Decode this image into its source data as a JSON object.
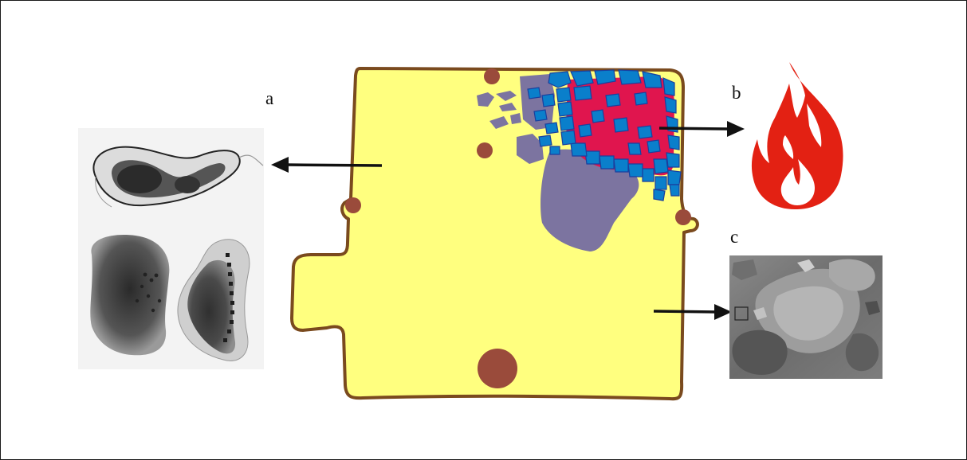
{
  "labels": {
    "a": "a",
    "b": "b",
    "c": "c"
  },
  "colors": {
    "cell_fill": "#FFFF7F",
    "cell_outline": "#7A4A1E",
    "inclusion": "#9A4B3B",
    "purple_mass": "#7C74A0",
    "crystal": "#0A7FCB",
    "crystal_edge": "#1A3F9E",
    "hot_zone": "#E0154E",
    "flame": "#E32113",
    "arrow": "#111111"
  },
  "icons": {
    "micrograph_left": "tem-micrograph-image",
    "flame": "flame-icon",
    "micrograph_right": "sem-micrograph-image"
  }
}
